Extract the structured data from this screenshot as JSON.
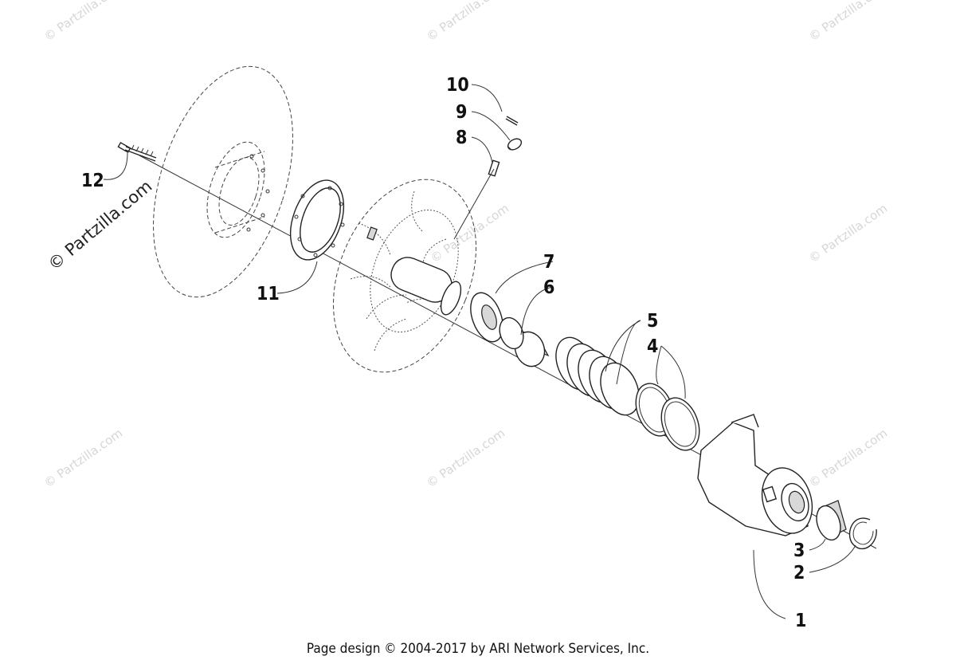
{
  "footer": "Page design © 2004-2017 by ARI Network Services, Inc.",
  "watermark": {
    "main": "© Partzilla.com",
    "faint": "© Partzilla.com"
  },
  "callouts": [
    "1",
    "2",
    "3",
    "4",
    "5",
    "6",
    "7",
    "8",
    "9",
    "10",
    "11",
    "12"
  ],
  "colors": {
    "ink": "#222222",
    "watermark": "#d6d6d6",
    "background": "#ffffff"
  }
}
